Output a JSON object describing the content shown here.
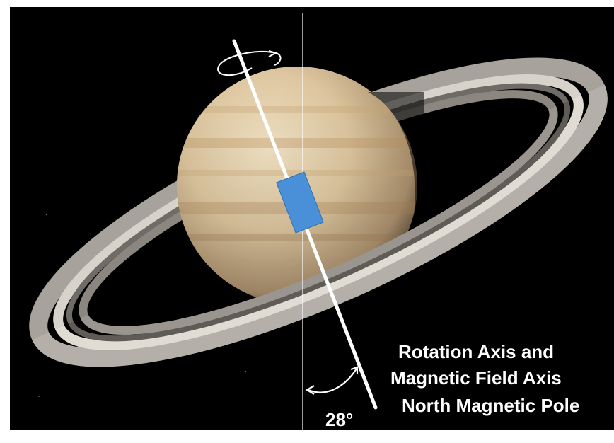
{
  "labels": {
    "line1": "Rotation Axis and",
    "line2": "Magnetic Field Axis",
    "line3": "North Magnetic Pole",
    "angle": "28°"
  },
  "colors": {
    "background": "#000000",
    "frame": "#ffffff",
    "axis": "#ffffff",
    "magnet": "#4a90d9",
    "planet": "#d8c4a0",
    "rings": "#b8b4ae"
  },
  "angle_degrees": 28
}
